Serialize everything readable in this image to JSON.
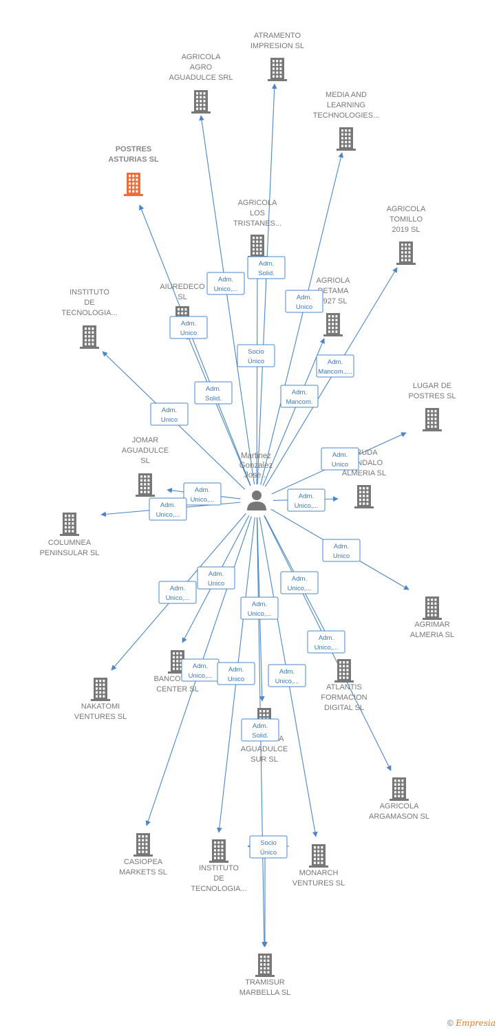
{
  "accent": "#4a86c8",
  "main_color": "#f26b3a",
  "company_color": "#777777",
  "icons": {
    "company": "building-icon",
    "person": "person-icon"
  },
  "person": {
    "lines": [
      "Martinez",
      "Gonzalez",
      "Jose..."
    ]
  },
  "companies": [
    {
      "id": "atramento",
      "lines": [
        "ATRAMENTO",
        "IMPRESION  SL"
      ]
    },
    {
      "id": "agricola-agro",
      "lines": [
        "AGRICOLA",
        "AGRO",
        "AGUADULCE SRL"
      ]
    },
    {
      "id": "media",
      "lines": [
        "MEDIA AND",
        "LEARNING",
        "TECHNOLOGIES..."
      ]
    },
    {
      "id": "postres-asturias",
      "lines": [
        "POSTRES",
        "ASTURIAS  SL"
      ],
      "main": true
    },
    {
      "id": "agricola-tristanes",
      "lines": [
        "AGRICOLA",
        "LOS",
        "TRISTANES..."
      ]
    },
    {
      "id": "agricola-tomillo",
      "lines": [
        "AGRICOLA",
        "TOMILLO",
        "2019  SL"
      ]
    },
    {
      "id": "aiuredeco",
      "lines": [
        "AIUREDECO",
        "SL"
      ]
    },
    {
      "id": "agriola-retama",
      "lines": [
        "AGRIOLA",
        "RETAMA",
        "1927  SL"
      ]
    },
    {
      "id": "instituto-1",
      "lines": [
        "INSTITUTO",
        "DE",
        "TECNOLOGIA..."
      ]
    },
    {
      "id": "lugar-postres",
      "lines": [
        "LUGAR DE",
        "POSTRES  SL"
      ]
    },
    {
      "id": "jomar",
      "lines": [
        "JOMAR",
        "AGUADULCE",
        "SL"
      ]
    },
    {
      "id": "cruda",
      "lines": [
        "CRUDA",
        "MANDALO",
        "ALMERIA  SL"
      ]
    },
    {
      "id": "columnea",
      "lines": [
        "COLUMNEA",
        "PENINSULAR SL"
      ]
    },
    {
      "id": "agrimar",
      "lines": [
        "AGRIMAR",
        "ALMERIA SL"
      ]
    },
    {
      "id": "nakatomi",
      "lines": [
        "NAKATOMI",
        "VENTURES  SL"
      ]
    },
    {
      "id": "bancotec",
      "lines": [
        "BANCOTECH",
        "CENTER SL"
      ]
    },
    {
      "id": "atlantis",
      "lines": [
        "ATLANTIS",
        "FORMACION",
        "DIGITAL  SL"
      ]
    },
    {
      "id": "agricola-sur",
      "lines": [
        "AGRICOLA",
        "AGUADULCE",
        "SUR  SL"
      ]
    },
    {
      "id": "argamason",
      "lines": [
        "AGRICOLA",
        "ARGAMASON SL"
      ]
    },
    {
      "id": "casiopea",
      "lines": [
        "CASIOPEA",
        "MARKETS  SL"
      ]
    },
    {
      "id": "instituto-2",
      "lines": [
        "INSTITUTO",
        "DE",
        "TECNOLOGIA..."
      ]
    },
    {
      "id": "monarch",
      "lines": [
        "MONARCH",
        "VENTURES  SL"
      ]
    },
    {
      "id": "tramisur",
      "lines": [
        "TRAMISUR",
        "MARBELLA  SL"
      ]
    }
  ],
  "roles": [
    {
      "target": "agricola-agro",
      "lines": [
        "Adm.",
        "Unico,..."
      ]
    },
    {
      "target": "agricola-tristanes",
      "lines": [
        "Adm.",
        "Solid."
      ]
    },
    {
      "target": "media",
      "lines": [
        "Adm.",
        "Unico"
      ]
    },
    {
      "target": "aiuredeco",
      "lines": [
        "Adm.",
        "Unico"
      ]
    },
    {
      "target": "atramento",
      "lines": [
        "Socio",
        "Único"
      ]
    },
    {
      "target": "agricola-tomillo",
      "lines": [
        "Adm.",
        "Mancom.,..."
      ]
    },
    {
      "target": "postres-asturias",
      "lines": [
        "Adm.",
        "Solid."
      ]
    },
    {
      "target": "agriola-retama",
      "lines": [
        "Adm.",
        "Mancom."
      ]
    },
    {
      "target": "instituto-1",
      "lines": [
        "Adm.",
        "Unico"
      ]
    },
    {
      "target": "lugar-postres",
      "lines": [
        "Adm.",
        "Unico"
      ]
    },
    {
      "target": "jomar",
      "lines": [
        "Adm.",
        "Unico,..."
      ]
    },
    {
      "target": "columnea",
      "lines": [
        "Adm.",
        "Unico,..."
      ]
    },
    {
      "target": "cruda",
      "lines": [
        "Adm.",
        "Unico,..."
      ]
    },
    {
      "target": "agrimar",
      "lines": [
        "Adm.",
        "Unico"
      ]
    },
    {
      "target": "nakatomi",
      "lines": [
        "Adm.",
        "Unico,..."
      ]
    },
    {
      "target": "bancotec",
      "lines": [
        "Adm.",
        "Unico"
      ]
    },
    {
      "target": "atlantis",
      "lines": [
        "Adm.",
        "Unico,..."
      ]
    },
    {
      "target": "agricola-sur",
      "lines": [
        "Adm.",
        "Unico,..."
      ]
    },
    {
      "target": "argamason",
      "lines": [
        "Adm.",
        "Unico,..."
      ]
    },
    {
      "target": "casiopea",
      "lines": [
        "Adm.",
        "Unico,..."
      ]
    },
    {
      "target": "instituto-2",
      "lines": [
        "Adm.",
        "Unico"
      ]
    },
    {
      "target": "monarch",
      "lines": [
        "Adm.",
        "Unico,..."
      ]
    },
    {
      "target": "tramisur",
      "lines": [
        "Adm.",
        "Solid."
      ]
    },
    {
      "target": "instituto-2",
      "lines": [
        "Socio",
        "Único"
      ]
    }
  ],
  "footer": {
    "copyright": "©",
    "brand": "Empresia"
  }
}
